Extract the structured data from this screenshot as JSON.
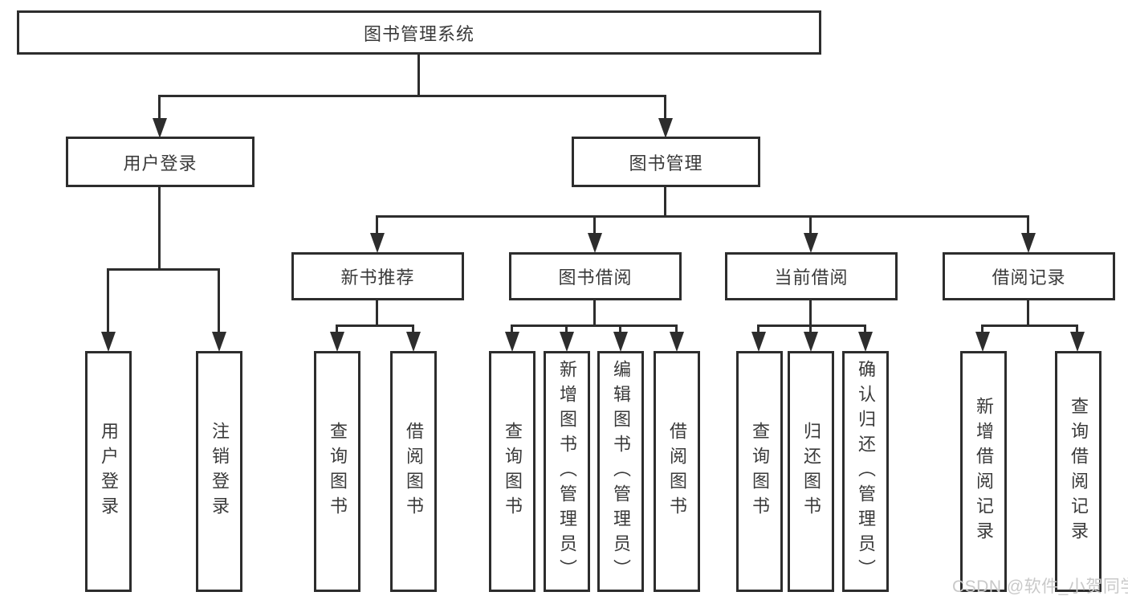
{
  "diagram": {
    "type": "hierarchy-tree",
    "watermark": "CSDN @软件_小贺同学",
    "colors": {
      "line": "#2d2d2d",
      "text": "#3a3a3a",
      "background": "#ffffff",
      "watermark": "#c9c9c9"
    }
  },
  "tree": {
    "label": "图书管理系统",
    "children": [
      {
        "label": "用户登录",
        "children": [
          {
            "label": "用户登录"
          },
          {
            "label": "注销登录"
          }
        ]
      },
      {
        "label": "图书管理",
        "children": [
          {
            "label": "新书推荐",
            "children": [
              {
                "label": "查询图书"
              },
              {
                "label": "借阅图书"
              }
            ]
          },
          {
            "label": "图书借阅",
            "children": [
              {
                "label": "查询图书"
              },
              {
                "label": "新增图书（管理员）"
              },
              {
                "label": "编辑图书（管理员）"
              },
              {
                "label": "借阅图书"
              }
            ]
          },
          {
            "label": "当前借阅",
            "children": [
              {
                "label": "查询图书"
              },
              {
                "label": "归还图书"
              },
              {
                "label": "确认归还（管理员）"
              }
            ]
          },
          {
            "label": "借阅记录",
            "children": [
              {
                "label": "新增借阅记录"
              },
              {
                "label": "查询借阅记录"
              }
            ]
          }
        ]
      }
    ]
  }
}
